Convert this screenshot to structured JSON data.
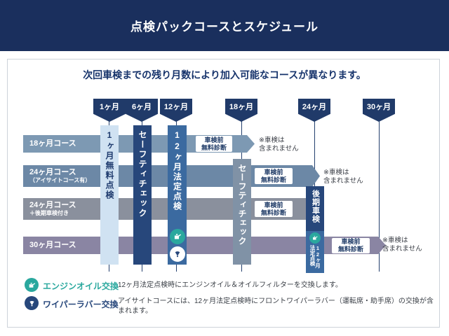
{
  "header": {
    "title": "点検パックコースとスケジュール"
  },
  "intro": "次回車検までの残り月数により加入可能なコースが異なります。",
  "months": [
    {
      "label": "1ヶ月"
    },
    {
      "label": "6ヶ月"
    },
    {
      "label": "12ヶ月"
    },
    {
      "label": "18ヶ月"
    },
    {
      "label": "24ヶ月"
    },
    {
      "label": "30ヶ月"
    }
  ],
  "courses": [
    {
      "label": "18ヶ月コース",
      "sublabel": "",
      "diagnosis": "車検前\n無料診断",
      "exclusion": "※車検は\n含まれません"
    },
    {
      "label": "24ヶ月コース",
      "sublabel": "（アイサイトコース有）",
      "diagnosis": "車検前\n無料診断",
      "exclusion": "※車検は\n含まれません"
    },
    {
      "label": "24ヶ月コース",
      "sublabel": "＋後期車検付き",
      "diagnosis": "車検前\n無料診断",
      "exclusion": ""
    },
    {
      "label": "30ヶ月コース",
      "sublabel": "",
      "diagnosis": "車検前\n無料診断",
      "exclusion": "※車検は\n含まれません"
    }
  ],
  "columns": [
    {
      "label": "1ヶ月無料点検"
    },
    {
      "label": "セーフティチェック"
    },
    {
      "label": "12ヶ月法定点検"
    },
    {
      "label": "セーフティチェック"
    },
    {
      "label": "後期車検"
    },
    {
      "label": "12ヶ月法定点検"
    }
  ],
  "legend": [
    {
      "title": "エンジンオイル交換",
      "desc": "12ヶ月法定点検時にエンジンオイル＆オイルフィルターを交換します。"
    },
    {
      "title": "ワイパーラバー交換",
      "desc": "アイサイトコースには、12ヶ月法定点検時にフロントワイパーラバー（運転席・助手席）の交換が含まれます。"
    }
  ],
  "colors": {
    "header_navy": "#1a2f5d",
    "accent_navy": "#27477b",
    "accent_blue": "#3b6aa0",
    "light_blue": "#d0e2f2",
    "slate": "#8092a6",
    "teal": "#2aa89e"
  }
}
